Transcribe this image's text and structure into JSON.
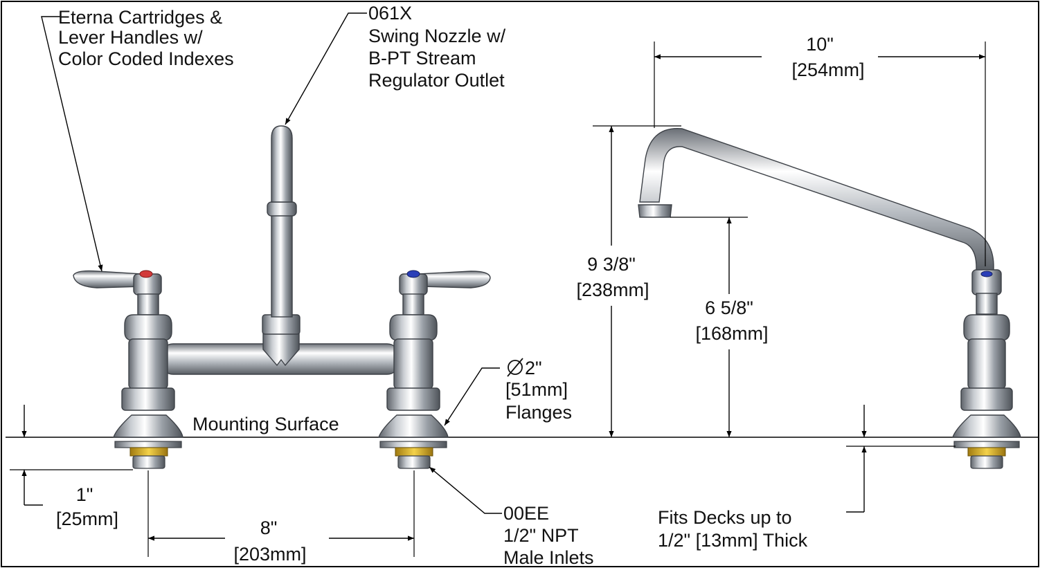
{
  "labels": {
    "cartridges": [
      "Eterna Cartridges &",
      "Lever Handles w/",
      "Color Coded Indexes"
    ],
    "nozzle": [
      "061X",
      "Swing Nozzle w/",
      "B-PT Stream",
      "Regulator Outlet"
    ],
    "width_10": [
      "10\"",
      "[254mm]"
    ],
    "height_938": [
      "9 3/8\"",
      "[238mm]"
    ],
    "height_658": [
      "6 5/8\"",
      "[168mm]"
    ],
    "flange": [
      "2\"",
      "[51mm]",
      "Flanges"
    ],
    "mounting_surface": "Mounting Surface",
    "shank_1": [
      "1\"",
      "[25mm]"
    ],
    "centers_8": [
      "8\"",
      "[203mm]"
    ],
    "inlets": [
      "00EE",
      "1/2\" NPT",
      "Male Inlets"
    ],
    "deck": [
      "Fits Decks up to",
      "1/2\" [13mm] Thick"
    ]
  },
  "colors": {
    "hot_index": "#d23a3a",
    "cold_index": "#2a3fb8",
    "brass": "#e6b81e",
    "chrome_dark": "#6d7279",
    "chrome_light": "#f2f4f6"
  }
}
